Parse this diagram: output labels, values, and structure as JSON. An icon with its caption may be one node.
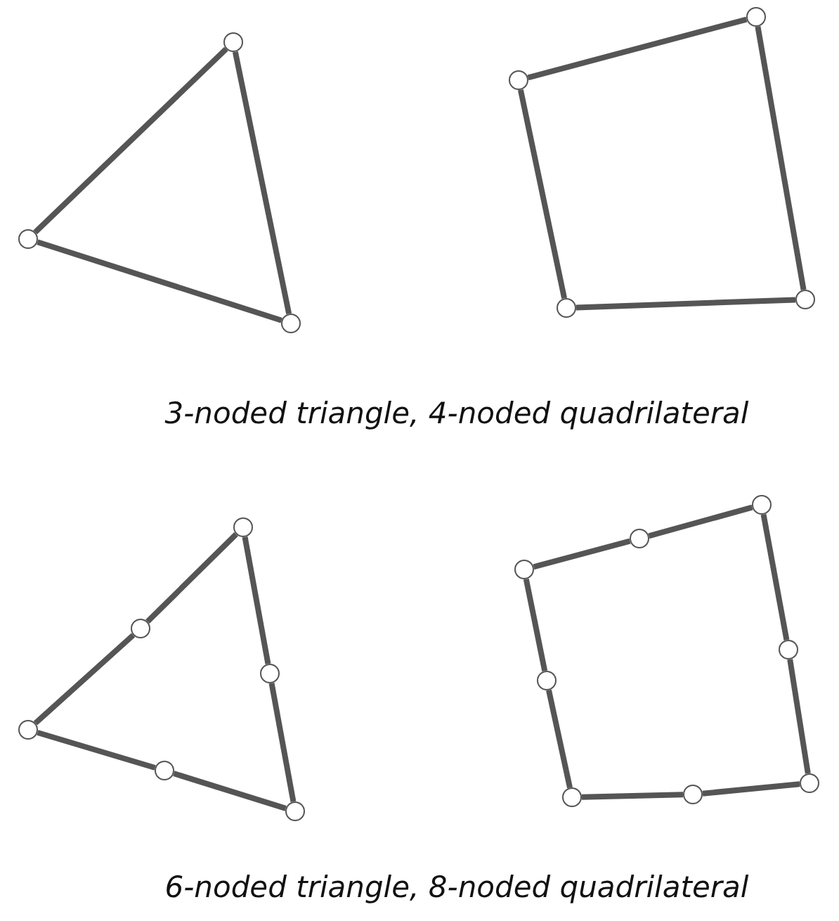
{
  "diagram": {
    "nodes": [
      {
        "text": [],
        "shape": "circle"
      },
      {
        "text": [],
        "shape": "circle"
      },
      {
        "text": [],
        "shape": "circle"
      },
      {
        "text": [],
        "shape": "circle"
      },
      {
        "text": [],
        "shape": "circle"
      },
      {
        "text": [],
        "shape": "circle"
      },
      {
        "text": [],
        "shape": "circle"
      },
      {
        "text": [],
        "shape": "circle"
      },
      {
        "text": [],
        "shape": "circle"
      },
      {
        "text": [],
        "shape": "circle"
      },
      {
        "text": [],
        "shape": "circle"
      },
      {
        "text": [],
        "shape": "circle"
      },
      {
        "text": [],
        "shape": "circle"
      },
      {
        "text": [],
        "shape": "circle"
      },
      {
        "text": [],
        "shape": "circle"
      },
      {
        "text": [],
        "shape": "circle"
      },
      {
        "text": [],
        "shape": "circle"
      },
      {
        "text": [],
        "shape": "circle"
      },
      {
        "text": [],
        "shape": "circle"
      },
      {
        "text": [],
        "shape": "circle"
      },
      {
        "text": [],
        "shape": "circle"
      }
    ],
    "edges": [
      {
        "from": 0,
        "to": 2,
        "arrow": "none"
      },
      {
        "from": 2,
        "to": 1,
        "arrow": "none"
      },
      {
        "from": 1,
        "to": 0,
        "arrow": "none"
      },
      {
        "from": 3,
        "to": 4,
        "arrow": "none"
      },
      {
        "from": 4,
        "to": 5,
        "arrow": "none"
      },
      {
        "from": 5,
        "to": 6,
        "arrow": "none"
      },
      {
        "from": 6,
        "to": 3,
        "arrow": "none"
      },
      {
        "from": 7,
        "to": 8,
        "arrow": "none"
      },
      {
        "from": 8,
        "to": 9,
        "arrow": "none"
      },
      {
        "from": 9,
        "to": 10,
        "arrow": "none"
      },
      {
        "from": 10,
        "to": 11,
        "arrow": "none"
      },
      {
        "from": 11,
        "to": 12,
        "arrow": "none"
      },
      {
        "from": 12,
        "to": 7,
        "arrow": "none"
      },
      {
        "from": 13,
        "to": 14,
        "arrow": "none"
      },
      {
        "from": 14,
        "to": 15,
        "arrow": "none"
      },
      {
        "from": 15,
        "to": 16,
        "arrow": "none"
      },
      {
        "from": 16,
        "to": 17,
        "arrow": "none"
      },
      {
        "from": 17,
        "to": 18,
        "arrow": "none"
      },
      {
        "from": 18,
        "to": 19,
        "arrow": "none"
      },
      {
        "from": 19,
        "to": 20,
        "arrow": "none"
      },
      {
        "from": 20,
        "to": 13,
        "arrow": "none"
      }
    ],
    "labels": [
      "3-noded triangle, 4-noded quadrilateral",
      "6-noded triangle, 8-noded quadrilateral"
    ]
  }
}
